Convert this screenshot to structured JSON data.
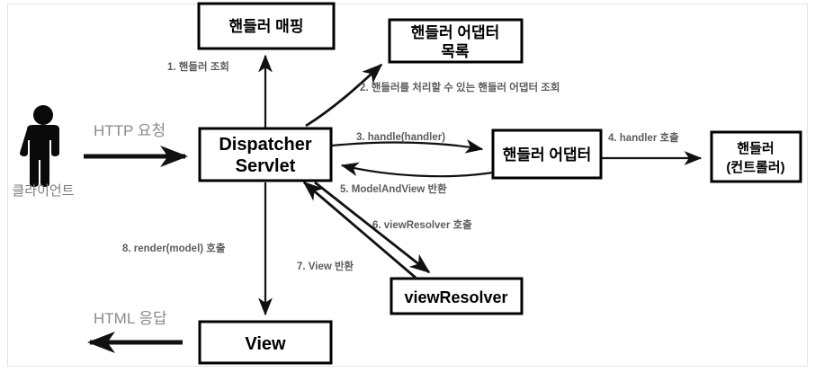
{
  "diagram": {
    "title": "Spring MVC DispatcherServlet Request Flow",
    "colors": {
      "node_stroke": "#000000",
      "node_fill": "#ffffff",
      "arrow": "#111111",
      "step_label": "#5d5d5d",
      "io_label": "#8a8a8a",
      "actor_label": "#7d7d7d",
      "frame_border": "#e3e3e3"
    },
    "actor": {
      "icon": "person-icon",
      "label": "클라이언트"
    },
    "nodes": [
      {
        "id": "handler-mapping",
        "label_line1": "핸들러 매핑",
        "label_line2": ""
      },
      {
        "id": "handler-adapter-list",
        "label_line1": "핸들러 어댑터",
        "label_line2": "목록"
      },
      {
        "id": "dispatcher-servlet",
        "label_line1": "Dispatcher",
        "label_line2": "Servlet"
      },
      {
        "id": "handler-adapter",
        "label_line1": "핸들러 어댑터",
        "label_line2": ""
      },
      {
        "id": "handler-controller",
        "label_line1": "핸들러",
        "label_line2": "(컨트롤러)"
      },
      {
        "id": "view-resolver",
        "label_line1": "viewResolver",
        "label_line2": ""
      },
      {
        "id": "view",
        "label_line1": "View",
        "label_line2": ""
      }
    ],
    "io_labels": [
      {
        "id": "http-request",
        "text": "HTTP 요청"
      },
      {
        "id": "html-response",
        "text": "HTML 응답"
      }
    ],
    "steps": [
      {
        "n": 1,
        "text": "1. 핸들러 조회"
      },
      {
        "n": 2,
        "text": "2. 핸들러를 처리할 수 있는 핸들러 어댑터 조회"
      },
      {
        "n": 3,
        "text": "3. handle(handler)"
      },
      {
        "n": 4,
        "text": "4. handler 호출"
      },
      {
        "n": 5,
        "text": "5. ModelAndView 반환"
      },
      {
        "n": 6,
        "text": "6. viewResolver 호출"
      },
      {
        "n": 7,
        "text": "7. View 반환"
      },
      {
        "n": 8,
        "text": "8. render(model) 호출"
      }
    ]
  }
}
